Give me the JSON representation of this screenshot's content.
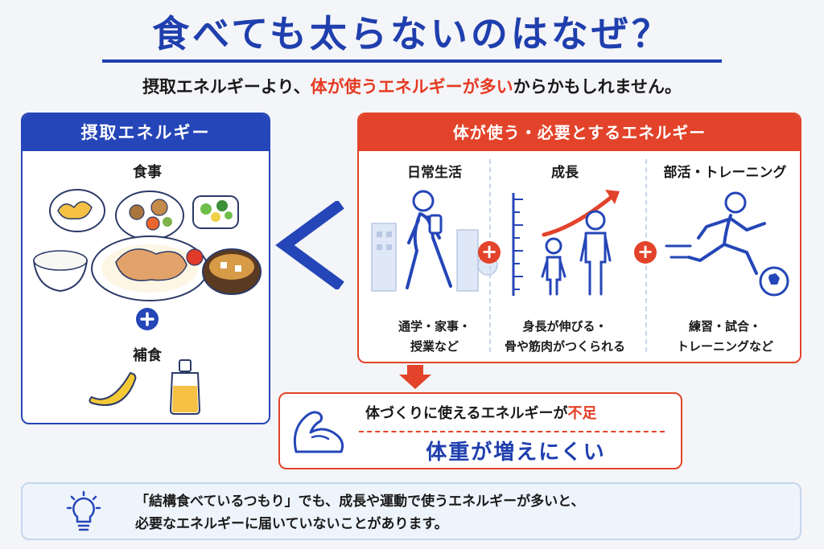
{
  "title": "食べても太らないのはなぜ？",
  "subtitle": {
    "pre": "摂取エネルギーより、",
    "highlight": "体が使うエネルギーが多い",
    "post": "からかもしれません。"
  },
  "intake": {
    "header": "摂取エネルギー",
    "meals_label": "食事",
    "snack_label": "補食"
  },
  "expenditure": {
    "header": "体が使う・必要とするエネルギー",
    "columns": [
      {
        "title": "日常生活",
        "desc_line1": "通学・家事・",
        "desc_line2": "授業など"
      },
      {
        "title": "成長",
        "desc_line1": "身長が伸びる・",
        "desc_line2": "骨や筋肉がつくられる"
      },
      {
        "title": "部活・トレーニング",
        "desc_line1": "練習・試合・",
        "desc_line2": "トレーニングなど"
      }
    ]
  },
  "result": {
    "line1_pre": "体づくりに使えるエネルギーが",
    "line1_highlight": "不足",
    "line2": "体重が増えにくい"
  },
  "note": {
    "line1": "「結構食べているつもり」でも、成長や運動で使うエネルギーが多いと、",
    "line2": "必要なエネルギーに届いていないことがあります。"
  },
  "icons": {
    "comparison": "less-than-sign",
    "plus": "plus-icon",
    "arrow": "down-arrow-icon",
    "muscle": "flexed-arm-icon",
    "tip": "lightbulb-icon"
  },
  "colors": {
    "blue": "#2546b8",
    "red": "#e2432a",
    "title_blue": "#1f3fae"
  }
}
